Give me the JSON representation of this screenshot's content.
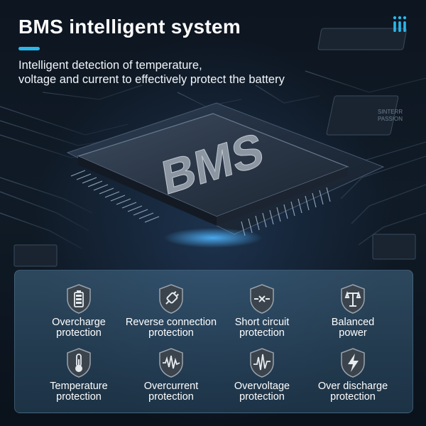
{
  "header": {
    "title": "BMS intelligent system",
    "subtitle_line1": "Intelligent detection of temperature,",
    "subtitle_line2": "voltage and current to effectively protect the battery",
    "accent_color": "#2ab7ea"
  },
  "chip": {
    "label": "BMS",
    "top_right_marking": "SINTERR PASSION"
  },
  "features": [
    {
      "icon": "shield-battery-icon",
      "line1": "Overcharge",
      "line2": "protection"
    },
    {
      "icon": "shield-plug-icon",
      "line1": "Reverse connection",
      "line2": "protection"
    },
    {
      "icon": "shield-short-circuit-icon",
      "line1": "Short circuit",
      "line2": "protection"
    },
    {
      "icon": "shield-balance-icon",
      "line1": "Balanced",
      "line2": "power"
    },
    {
      "icon": "shield-thermometer-icon",
      "line1": "Temperature",
      "line2": "protection"
    },
    {
      "icon": "shield-wave-icon",
      "line1": "Overcurrent",
      "line2": "protection"
    },
    {
      "icon": "shield-pulse-icon",
      "line1": "Overvoltage",
      "line2": "protection"
    },
    {
      "icon": "shield-lightning-icon",
      "line1": "Over discharge",
      "line2": "protection"
    }
  ]
}
